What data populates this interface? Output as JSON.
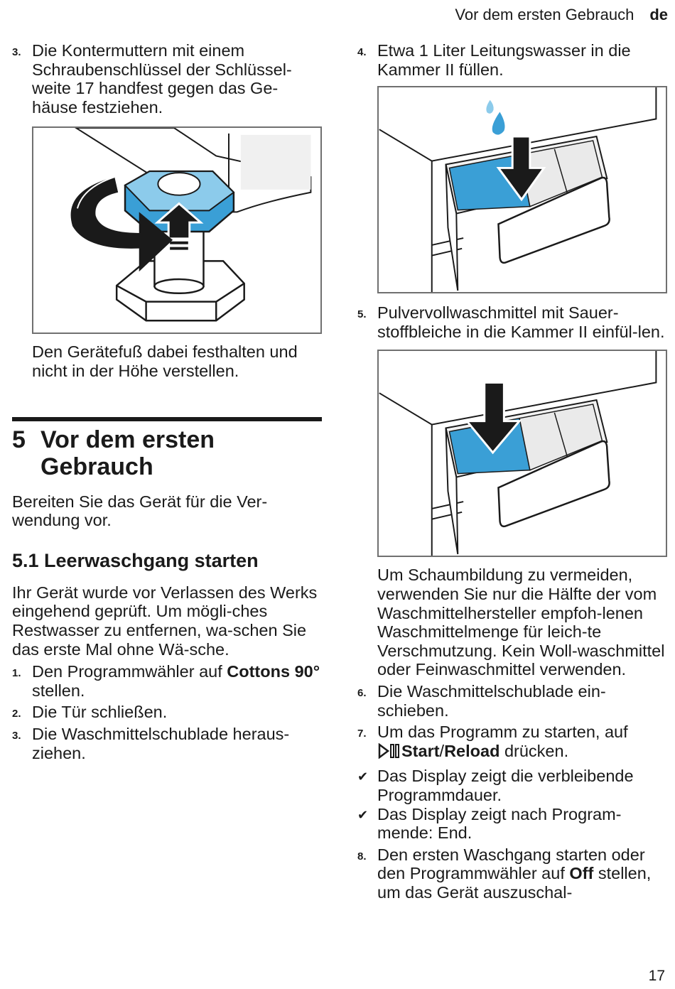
{
  "header": {
    "section": "Vor dem ersten Gebrauch",
    "lang": "de"
  },
  "left": {
    "step3": {
      "num": "3.",
      "text": "Die Kontermuttern mit einem Schraubenschlüssel der Schlüssel-weite 17 handfest gegen das Ge-häuse festziehen."
    },
    "note1": "Den Gerätefuß dabei festhalten und nicht in der Höhe verstellen.",
    "h1": {
      "num": "5",
      "title": "Vor dem ersten Gebrauch"
    },
    "intro": "Bereiten Sie das Gerät für die Ver-wendung vor.",
    "h2": "5.1  Leerwaschgang starten",
    "para": "Ihr Gerät wurde vor Verlassen des Werks eingehend geprüft. Um mögli-ches Restwasser zu entfernen, wa-schen Sie das erste Mal ohne Wä-sche.",
    "steps": [
      {
        "num": "1.",
        "pre": "Den Programmwähler auf ",
        "bold": "Cottons 90°",
        "post": "  stellen."
      },
      {
        "num": "2.",
        "text": "Die Tür schließen."
      },
      {
        "num": "3.",
        "text": "Die Waschmittelschublade heraus-ziehen."
      }
    ]
  },
  "right": {
    "step4": {
      "num": "4.",
      "text": "Etwa 1 Liter Leitungswasser in die Kammer II füllen."
    },
    "step5": {
      "num": "5.",
      "text": "Pulvervollwaschmittel mit Sauer-stoffbleiche in die Kammer II einfül-len."
    },
    "note2": "Um Schaumbildung zu vermeiden, verwenden Sie nur die Hälfte der vom Waschmittelhersteller empfoh-lenen Waschmittelmenge für leich-te Verschmutzung. Kein Woll-waschmittel oder Feinwaschmittel verwenden.",
    "step6": {
      "num": "6.",
      "text": "Die Waschmittelschublade ein-schieben."
    },
    "step7": {
      "num": "7.",
      "pre": "Um das Programm zu starten, auf",
      "bold1": "Start",
      "sep": "/",
      "bold2": "Reload",
      "post": " drücken."
    },
    "results": [
      {
        "mark": "✔",
        "text": "Das Display zeigt die verbleibende Programmdauer."
      },
      {
        "mark": "✔",
        "text": "Das Display zeigt nach Program-mende: End."
      }
    ],
    "step8": {
      "num": "8.",
      "pre": "Den ersten Waschgang starten oder den Programmwähler auf ",
      "bold": "Off",
      "post": " stellen, um das Gerät auszuschal-"
    }
  },
  "page_number": "17",
  "colors": {
    "accent_blue": "#3a9fd6",
    "light_blue": "#8ccbeb",
    "border": "#707070"
  }
}
